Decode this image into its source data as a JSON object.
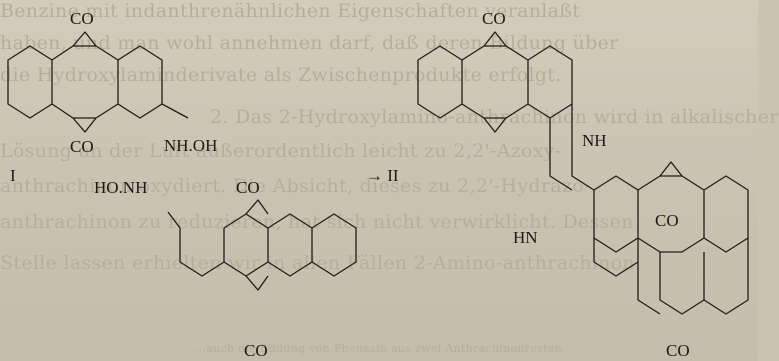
{
  "background_text": {
    "lines": [
      "Benzine mit indanthrenähnlichen Eigenschaften veranlaßt",
      "haben, und man wohl annehmen darf, daß deren Bildung über",
      "die Hydroxylaminderivate als Zwischenprodukte erfolgt.",
      "2. Das 2-Hydroxylamino-anthrachinon wird in alkalischer",
      "Lösung an der Luft außerordentlich leicht zu 2,2'-Azoxy-",
      "anthrachinon oxydiert. Die Absicht, dieses zu 2,2'-Hydrazo-",
      "anthrachinon zu reduzieren, hat sich nicht verwirklicht. Dessen",
      "Stelle lassen erhielten wir in allen Fällen 2-Amino-anthrachinon."
    ],
    "footer": "…auch die Bildung von Phenazin aus zwei Anthrachinonresten"
  },
  "scheme": {
    "compound_label": "I",
    "arrow_text": "→ II",
    "top_left": {
      "top_co": "CO",
      "bottom_co": "CO",
      "substituent": "NH.OH"
    },
    "bottom_left": {
      "top_co": "CO",
      "bottom_co": "CO",
      "substituent": "HO.NH"
    },
    "right": {
      "top_co": "CO",
      "bottom_top_co": "CO",
      "bottom_bottom_co": "CO",
      "nh_upper": "NH",
      "hn_lower": "HN"
    }
  }
}
